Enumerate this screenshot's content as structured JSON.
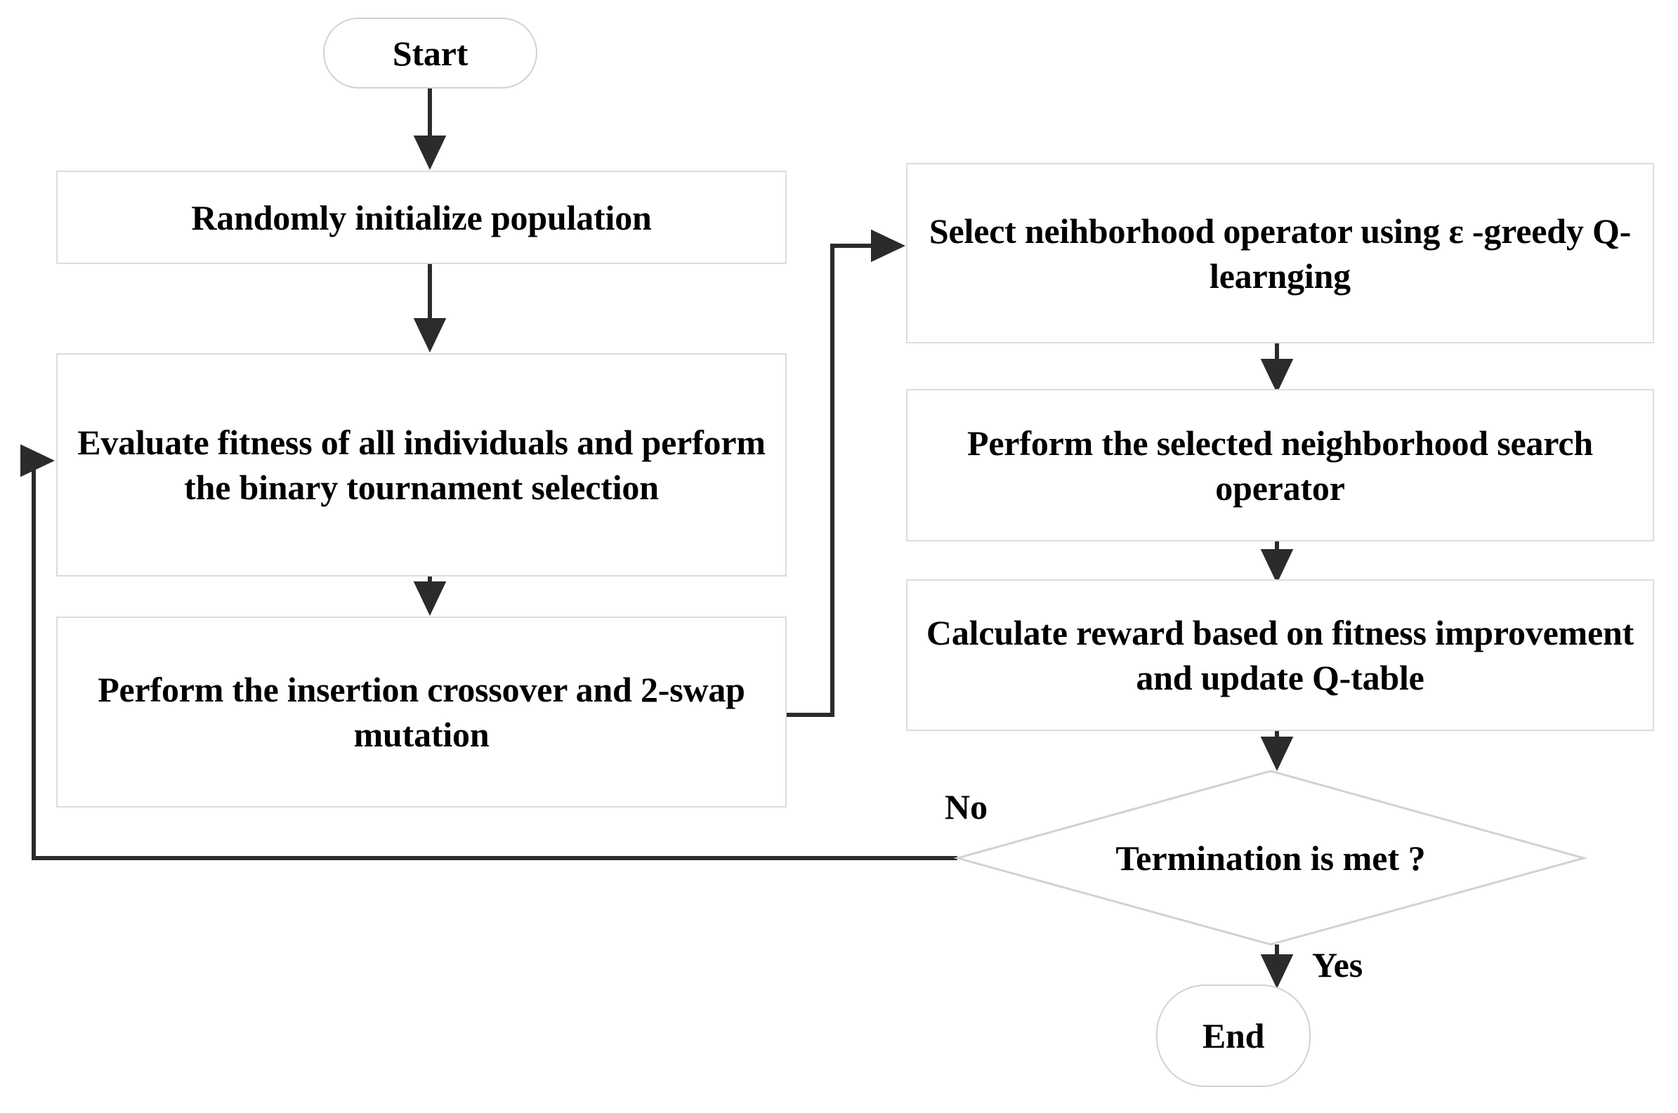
{
  "diagram": {
    "title": "Q-learning assisted genetic algorithm flowchart",
    "type": "flowchart",
    "colors": {
      "node_border": "#dcdcdc",
      "terminator_border": "#d2d2d2",
      "connector": "#2b2b2b",
      "text": "#000000",
      "background": "#ffffff"
    },
    "nodes": {
      "start": {
        "label": "Start",
        "shape": "terminator"
      },
      "init_population": {
        "label": "Randomly initialize population",
        "shape": "process"
      },
      "evaluate_fitness": {
        "label": "Evaluate fitness of all individuals and perform the binary tournament selection",
        "shape": "process"
      },
      "crossover_mutation": {
        "label": "Perform the insertion crossover and 2-swap mutation",
        "shape": "process"
      },
      "select_operator": {
        "label": "Select neihborhood operator using ε -greedy Q-learnging",
        "shape": "process"
      },
      "perform_search": {
        "label": "Perform the selected neighborhood search operator",
        "shape": "process"
      },
      "calculate_reward": {
        "label": "Calculate reward based on fitness improvement and update Q-table",
        "shape": "process"
      },
      "termination": {
        "label": "Termination is met ?",
        "shape": "decision"
      },
      "end": {
        "label": "End",
        "shape": "terminator"
      }
    },
    "edge_labels": {
      "no": "No",
      "yes": "Yes"
    },
    "edges": [
      {
        "from": "start",
        "to": "init_population",
        "label": ""
      },
      {
        "from": "init_population",
        "to": "evaluate_fitness",
        "label": ""
      },
      {
        "from": "evaluate_fitness",
        "to": "crossover_mutation",
        "label": ""
      },
      {
        "from": "crossover_mutation",
        "to": "select_operator",
        "label": ""
      },
      {
        "from": "select_operator",
        "to": "perform_search",
        "label": ""
      },
      {
        "from": "perform_search",
        "to": "calculate_reward",
        "label": ""
      },
      {
        "from": "calculate_reward",
        "to": "termination",
        "label": ""
      },
      {
        "from": "termination",
        "to": "evaluate_fitness",
        "label": "No"
      },
      {
        "from": "termination",
        "to": "end",
        "label": "Yes"
      }
    ]
  }
}
